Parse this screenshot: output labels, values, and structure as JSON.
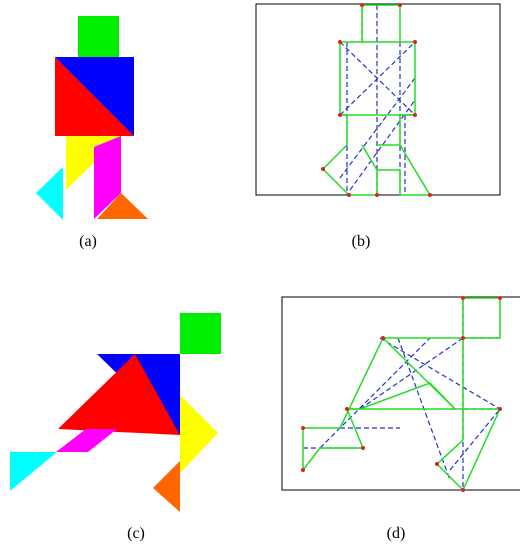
{
  "figure": {
    "captions": {
      "a": "(a)",
      "b": "(b)",
      "c": "(c)",
      "d": "(d)"
    },
    "colors": {
      "square": "#00ee00",
      "large_triangle_red": "#ff0000",
      "large_triangle_blue": "#0000ff",
      "medium_triangle": "#ffff00",
      "small_triangle_cyan": "#00ffff",
      "small_triangle_orange": "#ff6600",
      "parallelogram": "#ff00ff",
      "outline": "#22dd22",
      "inner_dashed": "#2233cc",
      "vertex_dot": "#dd2222",
      "frame": "#000000"
    }
  }
}
